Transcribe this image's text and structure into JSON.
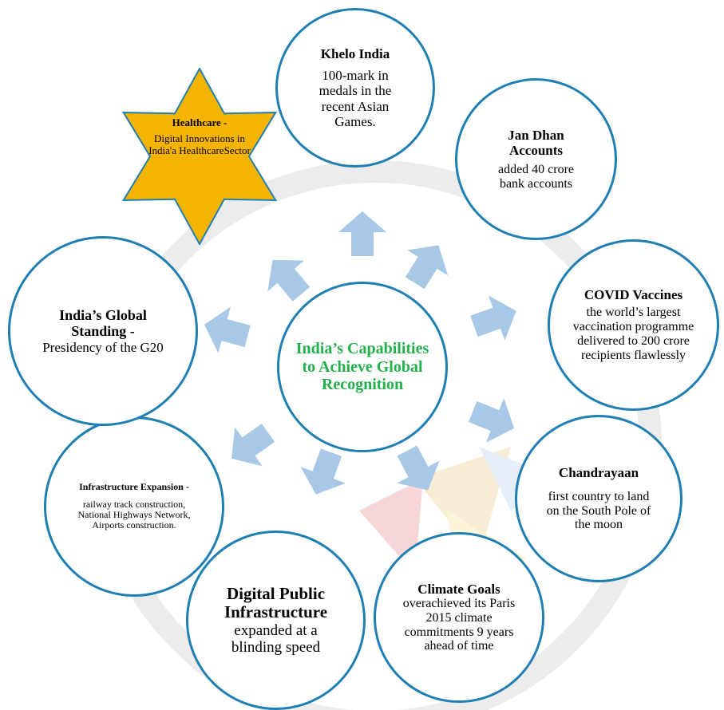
{
  "colors": {
    "circle_border": "#1f7fb3",
    "center_title": "#22b04b",
    "arrow": "#a7c8e6",
    "star_fill": "#f5b400",
    "star_border": "#1f7fb3"
  },
  "center": {
    "title": "India’s Capabilities to Achieve Global Recognition"
  },
  "star": {
    "title": "Healthcare -",
    "desc": "Digital Innovations in India'a HealthcareSector"
  },
  "nodes": {
    "khelo": {
      "title": "Khelo India",
      "desc": "100-mark in medals in the recent Asian Games."
    },
    "jandhan": {
      "title": "Jan Dhan Accounts",
      "desc": "added 40 crore bank accounts"
    },
    "covid": {
      "title": "COVID Vaccines",
      "desc": "the world’s largest vaccination programme delivered to 200 crore recipients flawlessly"
    },
    "chandrayaan": {
      "title": "Chandrayaan",
      "desc": "first country to land on the South Pole of the moon"
    },
    "climate": {
      "title": "Climate Goals",
      "desc": "overachieved its Paris 2015 climate commitments 9 years ahead of time"
    },
    "digital": {
      "title": "Digital Public Infrastructure",
      "desc": "expanded at a blinding speed"
    },
    "infra": {
      "title": "Infrastructure Expansion -",
      "desc": "railway track construction, National Highways Network, Airports construction."
    },
    "global": {
      "title": "India’s Global Standing -",
      "desc": "Presidency of the G20"
    }
  }
}
